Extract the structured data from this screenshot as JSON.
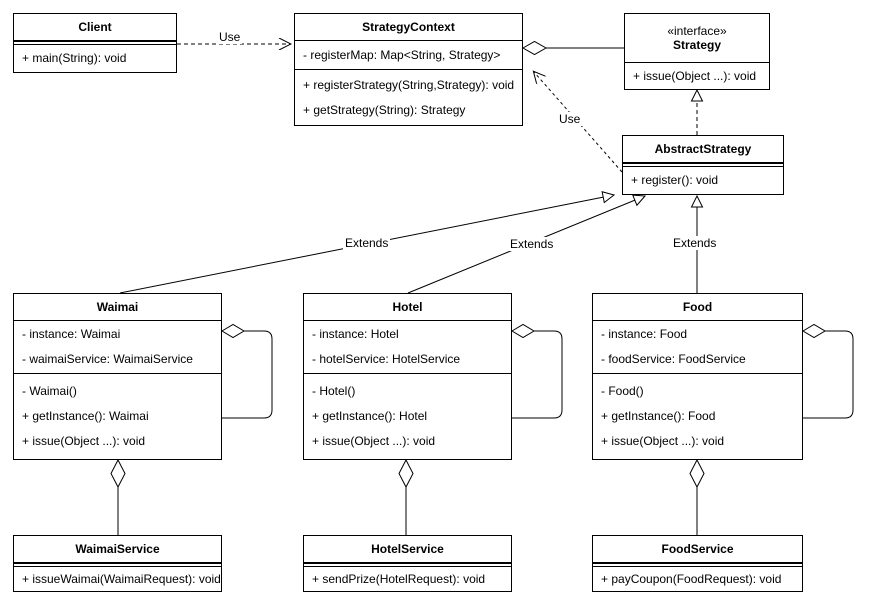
{
  "diagram": {
    "kind": "uml-class-diagram",
    "stroke_color": "#000000",
    "fill_color": "#ffffff",
    "classes": [
      {
        "id": "client",
        "name": "Client",
        "stereotype": "",
        "attributes": [],
        "methods": [
          "+ main(String): void"
        ]
      },
      {
        "id": "strategy-context",
        "name": "StrategyContext",
        "stereotype": "",
        "attributes": [
          "- registerMap: Map<String, Strategy>"
        ],
        "methods": [
          "+ registerStrategy(String,Strategy): void",
          "+ getStrategy(String): Strategy"
        ]
      },
      {
        "id": "strategy",
        "name": "Strategy",
        "stereotype": "«interface»",
        "attributes": [],
        "methods": [
          "+ issue(Object ...): void"
        ]
      },
      {
        "id": "abstract-strategy",
        "name": "AbstractStrategy",
        "stereotype": "",
        "attributes": [],
        "methods": [
          "+ register(): void"
        ]
      },
      {
        "id": "waimai",
        "name": "Waimai",
        "stereotype": "",
        "attributes": [
          "- instance: Waimai",
          "- waimaiService: WaimaiService"
        ],
        "methods": [
          "- Waimai()",
          "+ getInstance(): Waimai",
          "+ issue(Object ...): void"
        ]
      },
      {
        "id": "hotel",
        "name": "Hotel",
        "stereotype": "",
        "attributes": [
          "- instance: Hotel",
          "- hotelService: HotelService"
        ],
        "methods": [
          "- Hotel()",
          "+ getInstance(): Hotel",
          "+ issue(Object ...): void"
        ]
      },
      {
        "id": "food",
        "name": "Food",
        "stereotype": "",
        "attributes": [
          "- instance: Food",
          "- foodService: FoodService"
        ],
        "methods": [
          "- Food()",
          "+ getInstance(): Food",
          "+ issue(Object ...): void"
        ]
      },
      {
        "id": "waimai-service",
        "name": "WaimaiService",
        "stereotype": "",
        "attributes": [],
        "methods": [
          "+ issueWaimai(WaimaiRequest): void"
        ]
      },
      {
        "id": "hotel-service",
        "name": "HotelService",
        "stereotype": "",
        "attributes": [],
        "methods": [
          "+ sendPrize(HotelRequest): void"
        ]
      },
      {
        "id": "food-service",
        "name": "FoodService",
        "stereotype": "",
        "attributes": [],
        "methods": [
          "+ payCoupon(FoodRequest): void"
        ]
      }
    ],
    "relationships": [
      {
        "id": "client-uses-context",
        "from": "client",
        "to": "strategy-context",
        "type": "dependency",
        "label": "Use"
      },
      {
        "id": "context-aggregates-strategy",
        "from": "strategy-context",
        "to": "strategy",
        "type": "aggregation",
        "label": ""
      },
      {
        "id": "abstract-uses-context",
        "from": "abstract-strategy",
        "to": "strategy-context",
        "type": "dependency",
        "label": "Use"
      },
      {
        "id": "abstract-realizes-strategy",
        "from": "abstract-strategy",
        "to": "strategy",
        "type": "realization",
        "label": ""
      },
      {
        "id": "waimai-extends-abstract",
        "from": "waimai",
        "to": "abstract-strategy",
        "type": "generalization",
        "label": "Extends"
      },
      {
        "id": "hotel-extends-abstract",
        "from": "hotel",
        "to": "abstract-strategy",
        "type": "generalization",
        "label": "Extends"
      },
      {
        "id": "food-extends-abstract",
        "from": "food",
        "to": "abstract-strategy",
        "type": "generalization",
        "label": "Extends"
      },
      {
        "id": "waimai-self-aggregation",
        "from": "waimai",
        "to": "waimai",
        "type": "aggregation",
        "label": ""
      },
      {
        "id": "hotel-self-aggregation",
        "from": "hotel",
        "to": "hotel",
        "type": "aggregation",
        "label": ""
      },
      {
        "id": "food-self-aggregation",
        "from": "food",
        "to": "food",
        "type": "aggregation",
        "label": ""
      },
      {
        "id": "waimai-aggregates-service",
        "from": "waimai",
        "to": "waimai-service",
        "type": "aggregation",
        "label": ""
      },
      {
        "id": "hotel-aggregates-service",
        "from": "hotel",
        "to": "hotel-service",
        "type": "aggregation",
        "label": ""
      },
      {
        "id": "food-aggregates-service",
        "from": "food",
        "to": "food-service",
        "type": "aggregation",
        "label": ""
      }
    ],
    "labels": {
      "use_client": "Use",
      "use_abstract": "Use",
      "extends_waimai": "Extends",
      "extends_hotel": "Extends",
      "extends_food": "Extends"
    }
  }
}
